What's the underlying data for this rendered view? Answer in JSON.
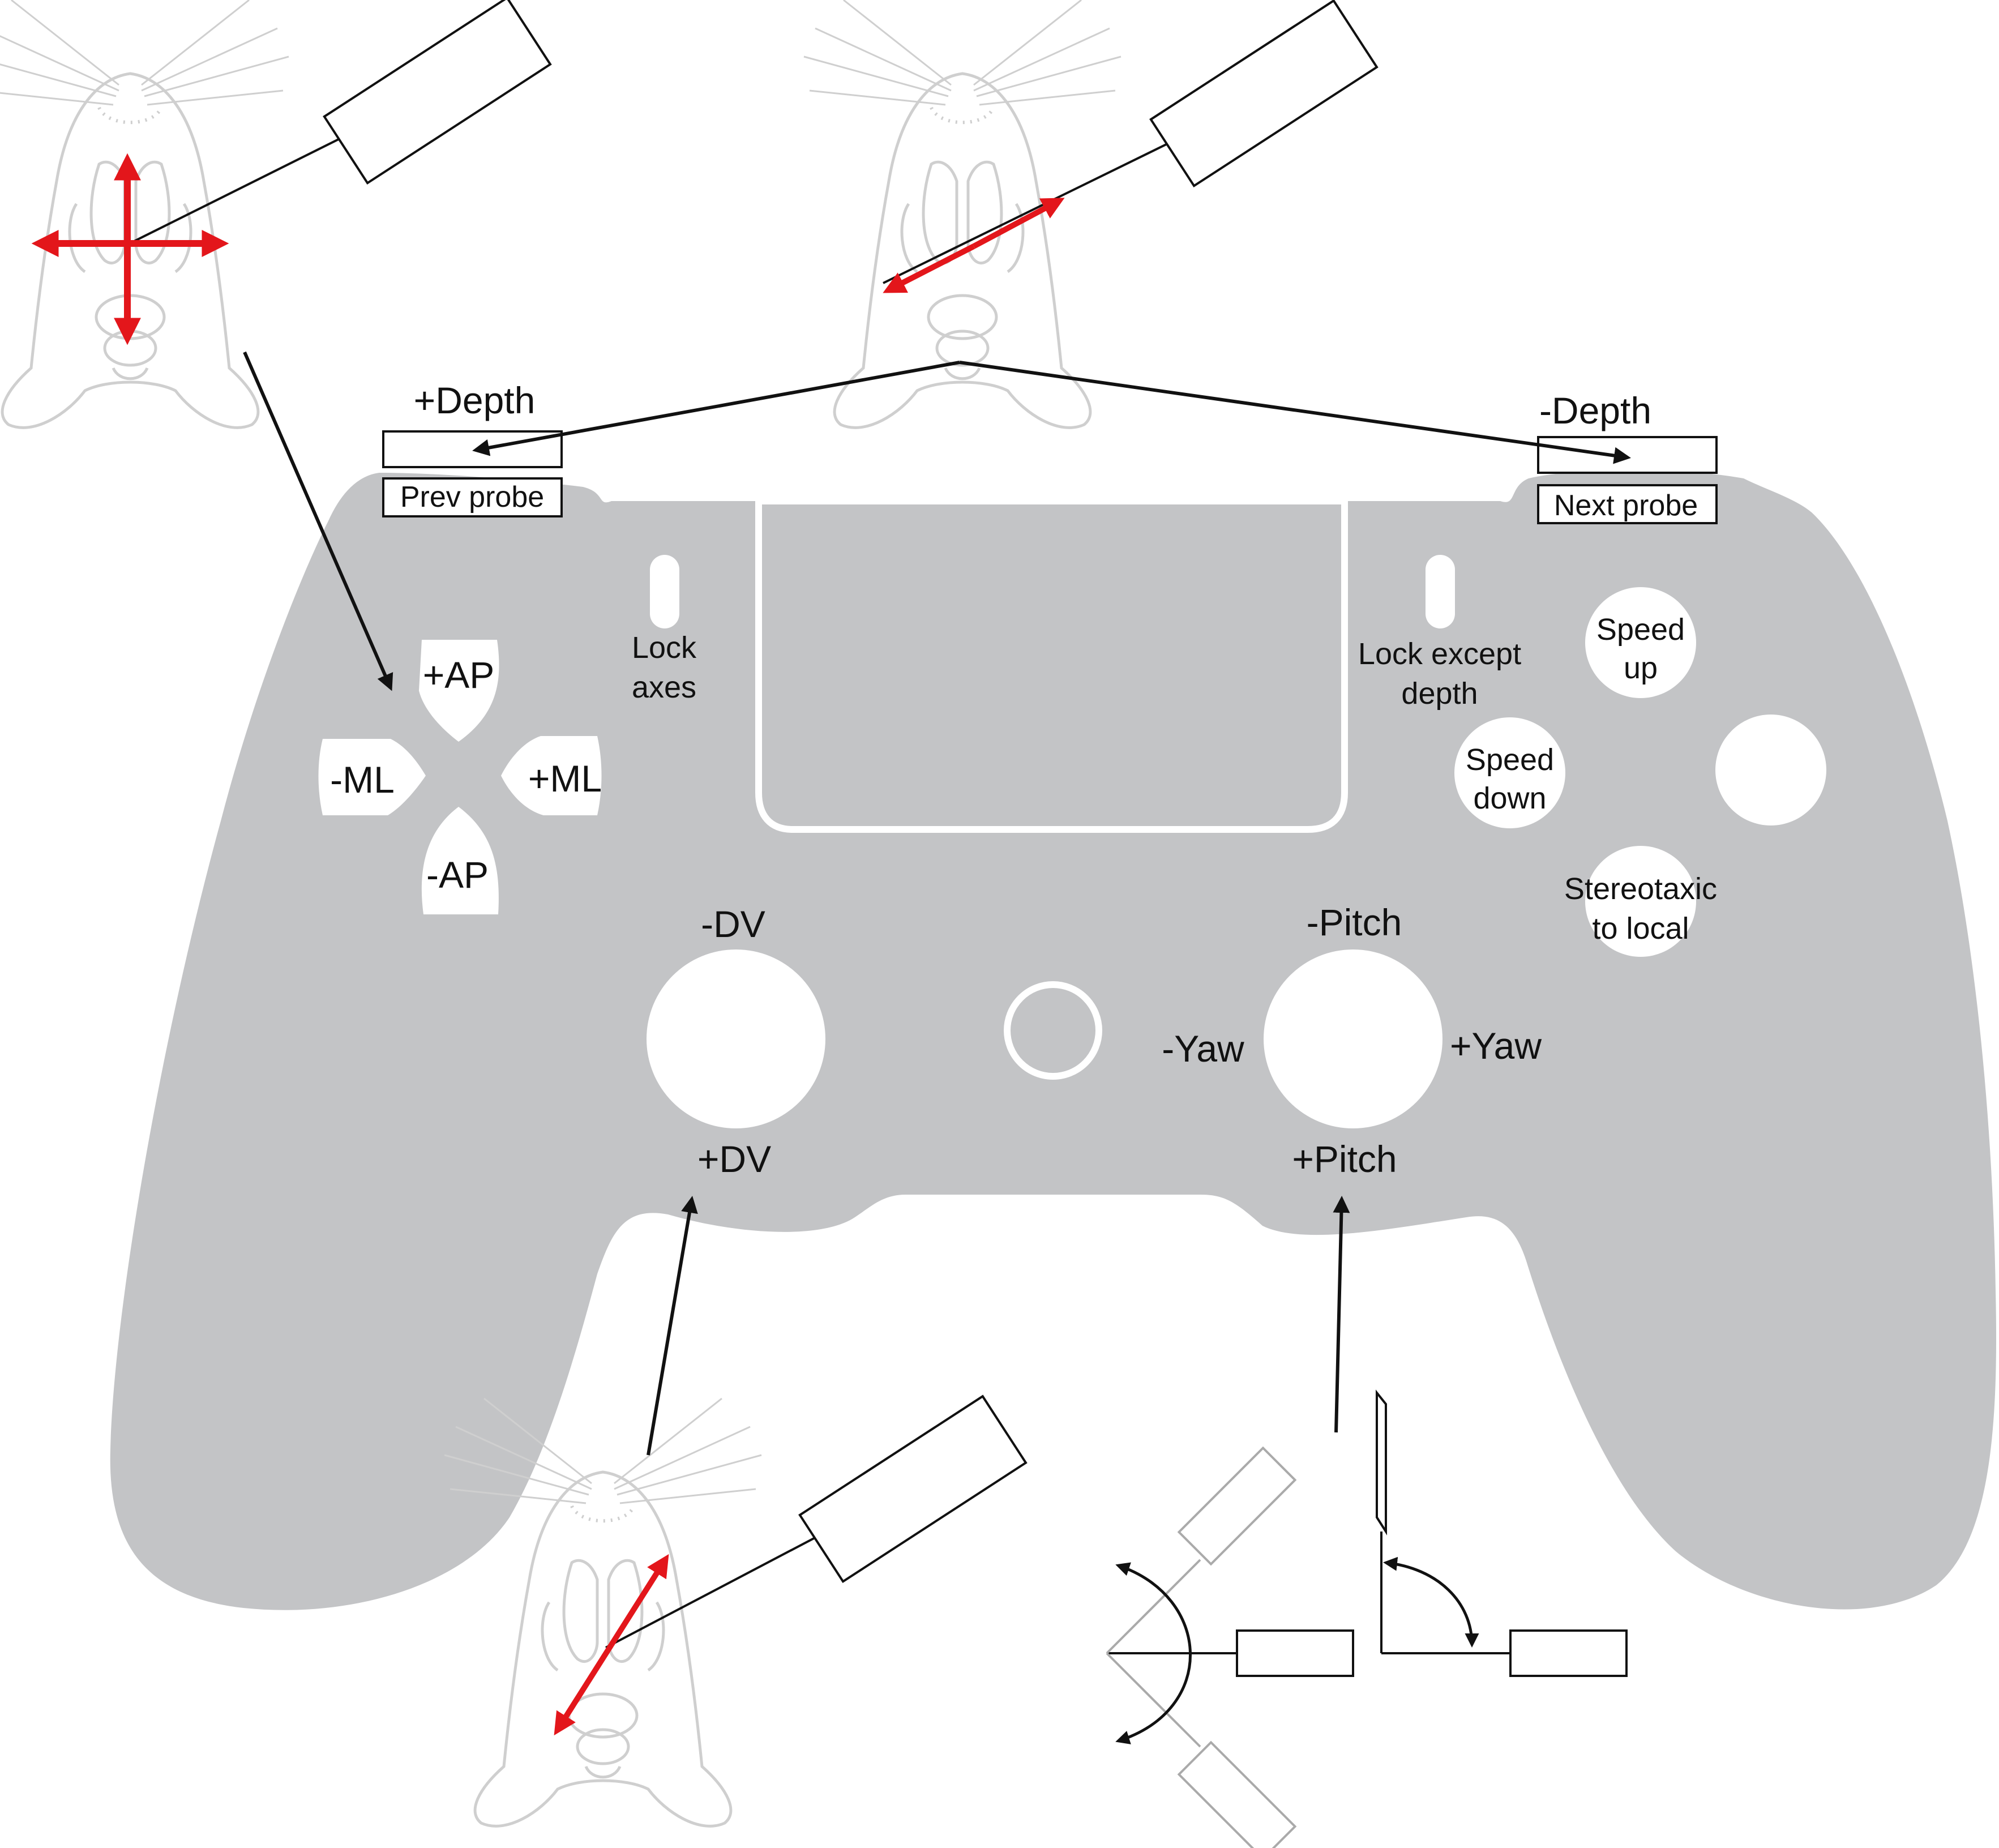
{
  "colors": {
    "controller": "#c3c4c6",
    "arrow_red": "#e3161b",
    "arrow_black": "#111111",
    "outline_light": "#cfcfcf",
    "probe_gray": "#aaaaaa"
  },
  "icons": {
    "dpad": "directional-pad",
    "sticks": "analog-sticks",
    "brain_view": "mouse-skull-top-view",
    "probe": "probe-rectangle",
    "rotation": "curved-rotation-arrows"
  },
  "shoulder": {
    "left_label": "+Depth",
    "left_box": "Prev probe",
    "right_label": "-Depth",
    "right_box": "Next probe"
  },
  "dpad": {
    "up": "+AP",
    "down": "-AP",
    "left": "-ML",
    "right": "+ML"
  },
  "share": {
    "label_line1": "Lock",
    "label_line2": "axes"
  },
  "options": {
    "label_line1": "Lock except",
    "label_line2": "depth"
  },
  "face": {
    "top_line1": "Speed",
    "top_line2": "up",
    "left_line1": "Speed",
    "left_line2": "down",
    "bottom_line1": "Stereotaxic",
    "bottom_line2": "to local"
  },
  "left_stick": {
    "up": "-DV",
    "down": "+DV"
  },
  "right_stick": {
    "up": "-Pitch",
    "down": "+Pitch",
    "left": "-Yaw",
    "right": "+Yaw"
  }
}
